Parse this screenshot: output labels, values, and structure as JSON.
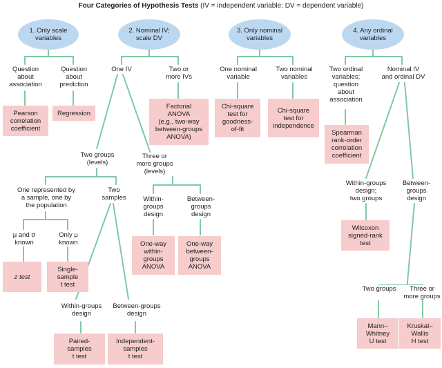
{
  "title": {
    "bold": "Four Categories of Hypothesis Tests",
    "rest": " (IV = independent variable; DV = dependent variable)"
  },
  "categories": {
    "c1": "1. Only scale\nvariables",
    "c2": "2. Nominal IV;\nscale DV",
    "c3": "3. Only nominal\nvariables",
    "c4": "4. Any ordinal\nvariables"
  },
  "labels": {
    "q_association": "Question\nabout\nassociation",
    "q_prediction": "Question\nabout\nprediction",
    "one_iv": "One IV",
    "two_or_more_ivs": "Two or\nmore IVs",
    "one_nominal": "One nominal\nvariable",
    "two_nominal": "Two nominal\nvariables",
    "two_ordinal": "Two ordinal\nvariables;\nquestion\nabout\nassociation",
    "nominal_ordinal": "Nominal IV\nand ordinal DV",
    "two_groups_levels": "Two groups\n(levels)",
    "three_groups_levels": "Three or\nmore groups\n(levels)",
    "one_sample_pop": "One represented by\na sample, one by\nthe population",
    "two_samples": "Two\nsamples",
    "within_design": "Within-\ngroups\ndesign",
    "between_design": "Between-\ngroups\ndesign",
    "mu_sigma_known": "μ and σ\nknown",
    "only_mu_known": "Only μ\nknown",
    "within_groups_design": "Within-groups\ndesign",
    "between_groups_design": "Between-groups\ndesign",
    "within_two_groups": "Within-groups\ndesign;\ntwo groups",
    "between_groups_design_4": "Between-\ngroups\ndesign",
    "two_groups_4": "Two groups",
    "three_groups_4": "Three or\nmore groups"
  },
  "tests": {
    "pearson": "Pearson\ncorrelation\ncoefficient",
    "regression": "Regression",
    "factorial_anova": "Factorial\nANOVA\n(e.g., two-way\nbetween-groups\nANOVA)",
    "chi_gof": "Chi-square\ntest for\ngoodness-\nof-fit",
    "chi_indep": "Chi-square\ntest for\nindependence",
    "spearman": "Spearman\nrank-order\ncorrelation\ncoefficient",
    "oneway_within": "One-way\nwithin-\ngroups\nANOVA",
    "oneway_between": "One-way\nbetween-\ngroups\nANOVA",
    "wilcoxon": "Wilcoxon\nsigned-rank\ntest",
    "z_test": "z test",
    "single_t": "Single-\nsample\nt test",
    "paired_t": "Paired-\nsamples\nt test",
    "independent_t": "Independent-\nsamples\nt test",
    "mann_whitney": "Mann–\nWhitney\nU test",
    "kruskal_wallis": "Kruskal–\nWallis\nH test"
  },
  "colors": {
    "category_fill": "#bcd7f0",
    "test_fill": "#f6cccc",
    "line": "#7fc9a5"
  }
}
